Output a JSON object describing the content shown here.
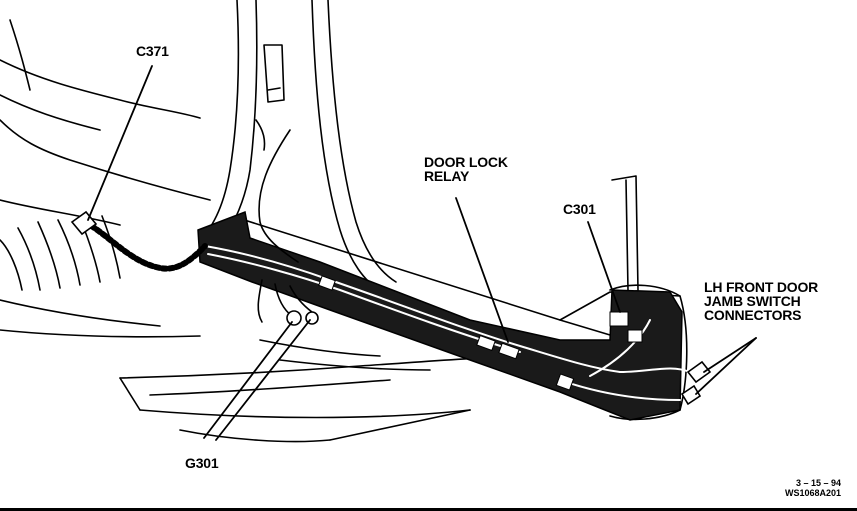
{
  "labels": {
    "c371": "C371",
    "door_lock_relay_line1": "DOOR LOCK",
    "door_lock_relay_line2": "RELAY",
    "c301": "C301",
    "lh_front_line1": "LH FRONT DOOR",
    "lh_front_line2": "JAMB SWITCH",
    "lh_front_line3": "CONNECTORS",
    "g301": "G301"
  },
  "stamp": {
    "date": "3 – 15 – 94",
    "code": "WS1068A201"
  },
  "colors": {
    "ink": "#000000",
    "paper": "#ffffff",
    "shade": "#1a1a1a"
  }
}
